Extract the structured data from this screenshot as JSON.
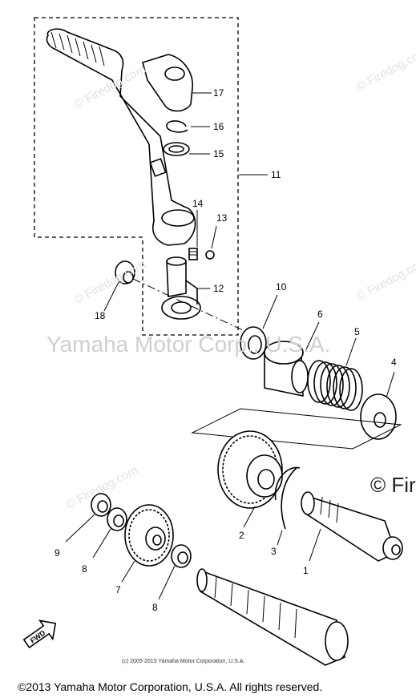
{
  "watermarks": {
    "site": "© Firedog.com",
    "brand": "Yamaha Motor Corp., U.S.A.",
    "fire_partial": "© Fire"
  },
  "parts": [
    {
      "id": "p17",
      "label": "17"
    },
    {
      "id": "p16",
      "label": "16"
    },
    {
      "id": "p15",
      "label": "15"
    },
    {
      "id": "p11",
      "label": "11"
    },
    {
      "id": "p14",
      "label": "14"
    },
    {
      "id": "p13",
      "label": "13"
    },
    {
      "id": "p12",
      "label": "12"
    },
    {
      "id": "p18",
      "label": "18"
    },
    {
      "id": "p10",
      "label": "10"
    },
    {
      "id": "p6",
      "label": "6"
    },
    {
      "id": "p5",
      "label": "5"
    },
    {
      "id": "p4",
      "label": "4"
    },
    {
      "id": "p2",
      "label": "2"
    },
    {
      "id": "p3",
      "label": "3"
    },
    {
      "id": "p1",
      "label": "1"
    },
    {
      "id": "p9",
      "label": "9"
    },
    {
      "id": "p8a",
      "label": "8"
    },
    {
      "id": "p7",
      "label": "7"
    },
    {
      "id": "p8b",
      "label": "8"
    }
  ],
  "fwd_label": "FWD",
  "footer": {
    "small_copyright": "(c) 2005-2015 Yamaha Motor Corporation, U.S.A.",
    "main_copyright": "©2013 Yamaha Motor Corporation, U.S.A. All rights reserved."
  }
}
